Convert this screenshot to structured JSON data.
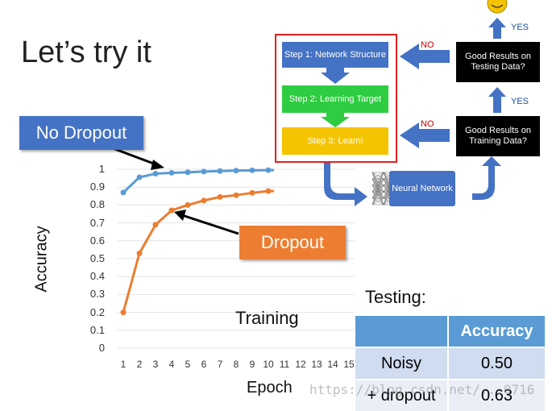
{
  "slide": {
    "title": "Let’s try it",
    "no_dropout_label": "No Dropout",
    "dropout_label": "Dropout",
    "training_label": "Training",
    "testing_label": "Testing:",
    "watermark": "https://blog.csdn.net/...0716"
  },
  "flow": {
    "step1": "Step 1: Network Structure",
    "step2": "Step 2: Learning Target",
    "step3": "Step 3: Learn!",
    "good_test": "Good Results on Testing Data?",
    "good_train": "Good Results on Training Data?",
    "no1": "NO",
    "no2": "NO",
    "yes1": "YES",
    "yes2": "YES",
    "neural_network": "Neural Network",
    "colors": {
      "blue": "#4472c4",
      "green": "#2ecc40",
      "yellow": "#f5c400",
      "red": "#e02020"
    }
  },
  "table": {
    "header": [
      "",
      "Accuracy"
    ],
    "rows": [
      [
        "Noisy",
        "0.50"
      ],
      [
        "+ dropout",
        "0.63"
      ]
    ]
  },
  "chart_data": {
    "type": "line",
    "xlabel": "Epoch",
    "ylabel": "Accuracy",
    "ylim": [
      0,
      1
    ],
    "y_ticks": [
      "0",
      "0.1",
      "0.2",
      "0.3",
      "0.4",
      "0.5",
      "0.6",
      "0.7",
      "0.8",
      "0.9",
      "1"
    ],
    "x_ticks": [
      "1",
      "2",
      "3",
      "4",
      "5",
      "6",
      "7",
      "8",
      "9",
      "10",
      "11",
      "12",
      "13",
      "14",
      "15"
    ],
    "grid": true,
    "series": [
      {
        "name": "No Dropout",
        "color": "#5b9bd5",
        "x": [
          1,
          2,
          3,
          4,
          5,
          6,
          7,
          8,
          9,
          10
        ],
        "values": [
          0.87,
          0.955,
          0.975,
          0.98,
          0.983,
          0.987,
          0.99,
          0.992,
          0.994,
          0.995
        ]
      },
      {
        "name": "Dropout",
        "color": "#ed7d31",
        "x": [
          1,
          2,
          3,
          4,
          5,
          6,
          7,
          8,
          9,
          10
        ],
        "values": [
          0.2,
          0.53,
          0.69,
          0.77,
          0.8,
          0.825,
          0.845,
          0.855,
          0.868,
          0.878
        ]
      }
    ]
  }
}
